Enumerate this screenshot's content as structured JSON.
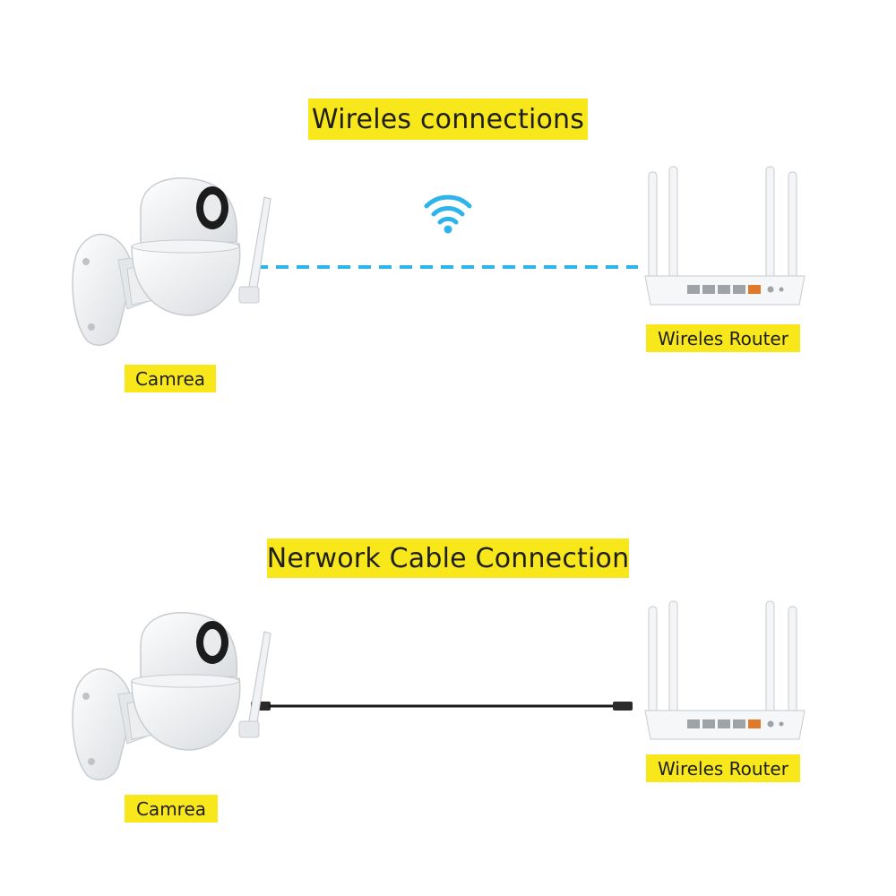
{
  "sections": {
    "wireless": {
      "title": "Wireles connections",
      "camera_label": "Camrea",
      "router_label": "Wireles Router",
      "link_icon": "wifi-icon",
      "link_style": "dashed-line",
      "link_color": "#2db4ea"
    },
    "cable": {
      "title": "Nerwork Cable Connection",
      "camera_label": "Camrea",
      "router_label": "Wireles Router",
      "link_style": "network-cable",
      "link_color": "#1a1a1a"
    }
  },
  "colors": {
    "label_background": "#f8e71a",
    "wifi_icon": "#2db4ea",
    "router_port": "#e07a2a"
  }
}
